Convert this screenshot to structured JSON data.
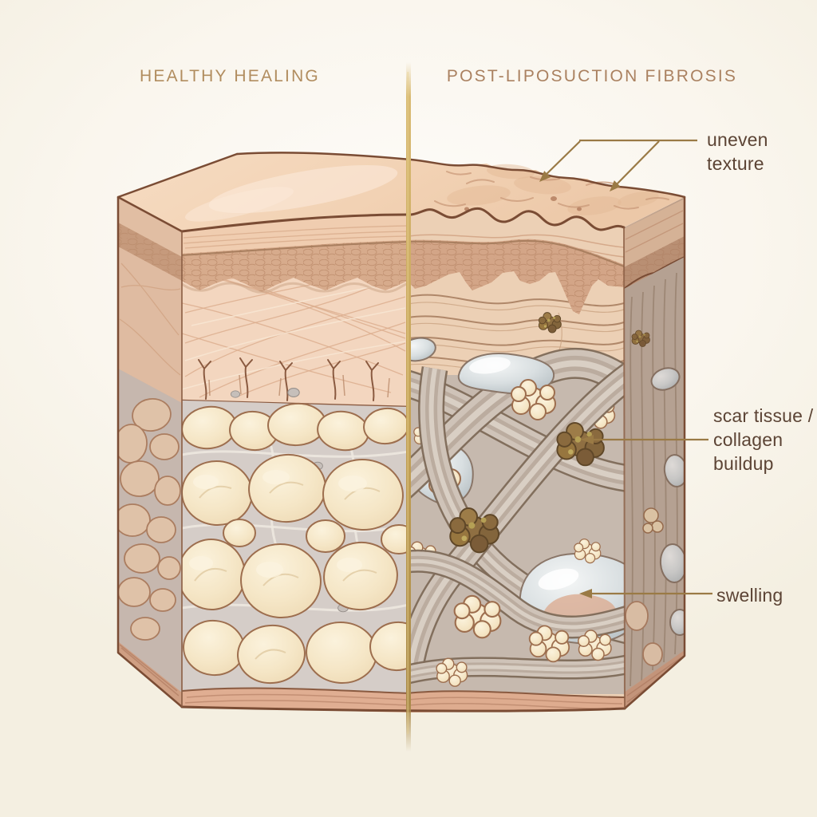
{
  "page": {
    "type": "medical comparison illustration",
    "background_color": "#f6f1e5"
  },
  "header": {
    "left_title": "HEALTHY HEALING",
    "right_title": "POST-LIPOSUCTION FIBROSIS"
  },
  "annotations": {
    "uneven_texture": {
      "label": "uneven\ntexture",
      "points_to": "bumpy irregular skin surface (two arrows)"
    },
    "scar_tissue": {
      "label": "scar tissue /\ncollagen\nbuildup",
      "points_to": "brown scar nodule woven into fibrous bands"
    },
    "swelling": {
      "label": "swelling",
      "points_to": "glassy fluid-filled pocket"
    }
  },
  "illustration": {
    "subject": "cross-section block of skin and subcutaneous tissue, split by a gold divider",
    "left_panel_structures": [
      "smooth skin surface",
      "epidermis pebble layer",
      "dermis with even collagen fibers",
      "hair follicles",
      "uniform fat lobules",
      "fascia strands",
      "base tissue band"
    ],
    "right_panel_structures": [
      "uneven bumpy skin surface",
      "wavy epidermis",
      "dense wavy collagen bands",
      "scar tissue nodules",
      "compressed fat lobule clusters",
      "fluid swelling pockets",
      "base tissue band"
    ],
    "divider_color": "#c2a058",
    "title_color_left": "#b18d5f",
    "title_color_right": "#aa8160",
    "label_color": "#5c4435",
    "leader_color": "#9a7a45"
  }
}
